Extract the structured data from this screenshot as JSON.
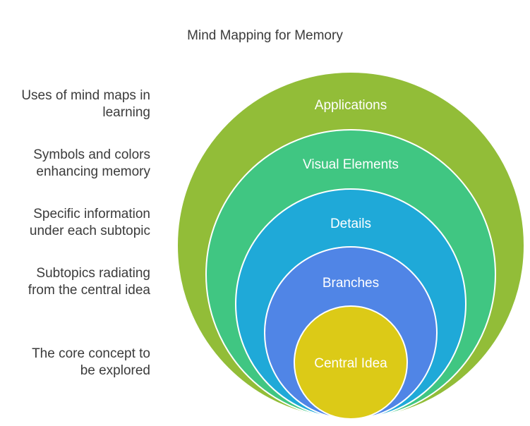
{
  "title": "Mind Mapping for Memory",
  "layers": [
    {
      "label": "Applications",
      "description": "Uses of mind maps in\nlearning",
      "color": "#92bd38"
    },
    {
      "label": "Visual Elements",
      "description": "Symbols and colors\nenhancing memory",
      "color": "#40c682"
    },
    {
      "label": "Details",
      "description": "Specific information\nunder each subtopic",
      "color": "#1fa9d8"
    },
    {
      "label": "Branches",
      "description": "Subtopics radiating\nfrom the central idea",
      "color": "#5085e6"
    },
    {
      "label": "Central Idea",
      "description": "The core concept to\nbe explored",
      "color": "#dcca17"
    }
  ]
}
